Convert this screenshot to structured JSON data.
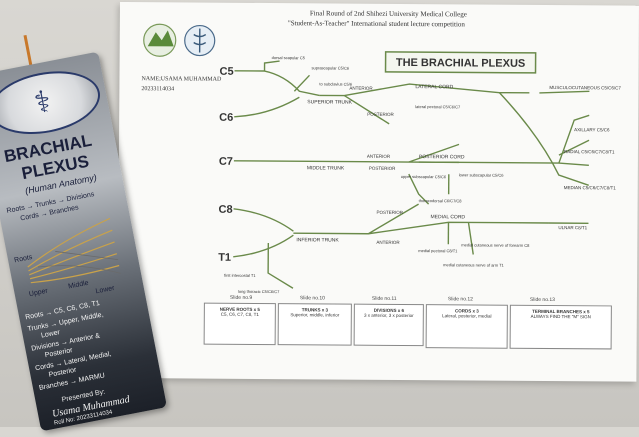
{
  "header": {
    "line1": "Final Round of    2nd Shihezi University Medical College",
    "line2": "\"Student-As-Teacher\"   International student lecture competition",
    "name": "NAME;USAMA MUHAMMAD",
    "id": "20233114034"
  },
  "title": "THE BRACHIAL PLEXUS",
  "roots": [
    "C5",
    "C6",
    "C7",
    "C8",
    "T1"
  ],
  "trunks": [
    "SUPERIOR TRUNK",
    "MIDDLE TRUNK",
    "INFERIOR TRUNK"
  ],
  "divisions": [
    "ANTERIOR",
    "POSTERIOR",
    "ANTERIOR",
    "POSTERIOR",
    "ANTERIOR",
    "POSTERIOR"
  ],
  "cords": [
    "LATERAL CORD",
    "POSTERIOR CORD",
    "MEDIAL CORD"
  ],
  "nerves": {
    "dorsal_scapular": "dorsal scapular C5",
    "suprascapular": "suprascapular C5/C6",
    "to_subclavius": "to subclavius C5/6",
    "lateral_pectoral": "lateral pectoral C5/C6/C7",
    "upper_subscapular": "upper subscapular C5/C6",
    "lower_subscapular": "lower subscapular C5/C6",
    "thoracodorsal": "thoracodorsal C6/C7/C8",
    "medial_pectoral": "medial pectoral C8/T1",
    "medial_cut_forearm": "medial cutaneous nerve of forearm C8",
    "medial_cut_arm": "medial cutaneous nerve of arm T1",
    "first_intercostal": "first intercostal T1",
    "long_thoracic": "long thoracic C5/C6/C7"
  },
  "terminal": [
    "MUSCULOCUTANEOUS C5/C6/C7",
    "AXILLARY C5/C6",
    "RADIAL C5/C6/C7/C8/T1",
    "MEDIAN C5/C6/C7/C8/T1",
    "ULNAR C8/T1"
  ],
  "slides": [
    {
      "label": "Slide no.9",
      "title": "NERVE ROOTS x 5",
      "sub": "C5, C6, C7, C8, T1"
    },
    {
      "label": "Slide no.10",
      "title": "TRUNKS x 3",
      "sub": "Superior, middle, inferior"
    },
    {
      "label": "Slide no.11",
      "title": "DIVISIONS x 6",
      "sub": "3 x anterior, 3 x posterior"
    },
    {
      "label": "Slide no.12",
      "title": "CORDS x 3",
      "sub": "Lateral, posterior, medial"
    },
    {
      "label": "Slide no.13",
      "title": "TERMINAL BRANCHES x 5",
      "sub": "ALWAYS FIND THE \"M\" SIGN"
    }
  ],
  "bookmark": {
    "title1": "BRACHIAL",
    "title2": "PLEXUS",
    "subtitle": "(Human Anatomy)",
    "flow": "Roots → Trunks → Divisions",
    "flow2": "Cords → Branches",
    "roots_label": "Roots",
    "upper": "Upper",
    "middle": "Middle",
    "lower": "Lower",
    "l1": "Roots → C5, C6, C8, T1",
    "l2": "Trunks → Upper, Middle,",
    "l2b": "Lower",
    "l3": "Divisions → Anterior &",
    "l3b": "Posterior",
    "l4": "Cords → Lateral, Medial,",
    "l4b": "Posterior",
    "l5": "Branches → MARMU",
    "presented": "Presented By:",
    "name": "Usama Muhammad",
    "roll": "Roll No: 20233114034"
  },
  "colors": {
    "nerve": "#5a7a3a",
    "title_box": "#6a8a4a",
    "bookmark_dark": "#1c2028"
  }
}
